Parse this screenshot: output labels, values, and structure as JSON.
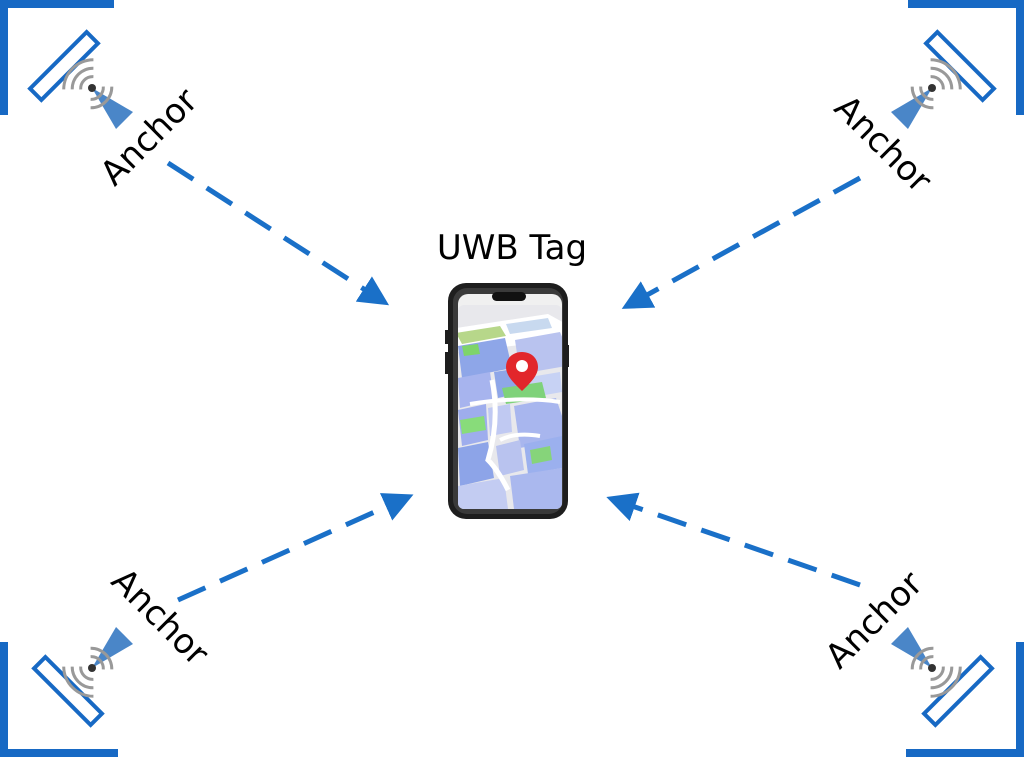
{
  "tag": {
    "label": "UWB Tag"
  },
  "anchors": [
    {
      "id": "top-left",
      "label": "Anchor"
    },
    {
      "id": "top-right",
      "label": "Anchor"
    },
    {
      "id": "bottom-left",
      "label": "Anchor"
    },
    {
      "id": "bottom-right",
      "label": "Anchor"
    }
  ],
  "colors": {
    "accent": "#1769c4",
    "antenna": "#4a86c8",
    "arrow": "#1a70c8",
    "pin": "#e2262b"
  },
  "icons": {
    "anchor": "anchor-antenna-icon",
    "tag": "smartphone-icon",
    "location": "location-pin-icon"
  }
}
